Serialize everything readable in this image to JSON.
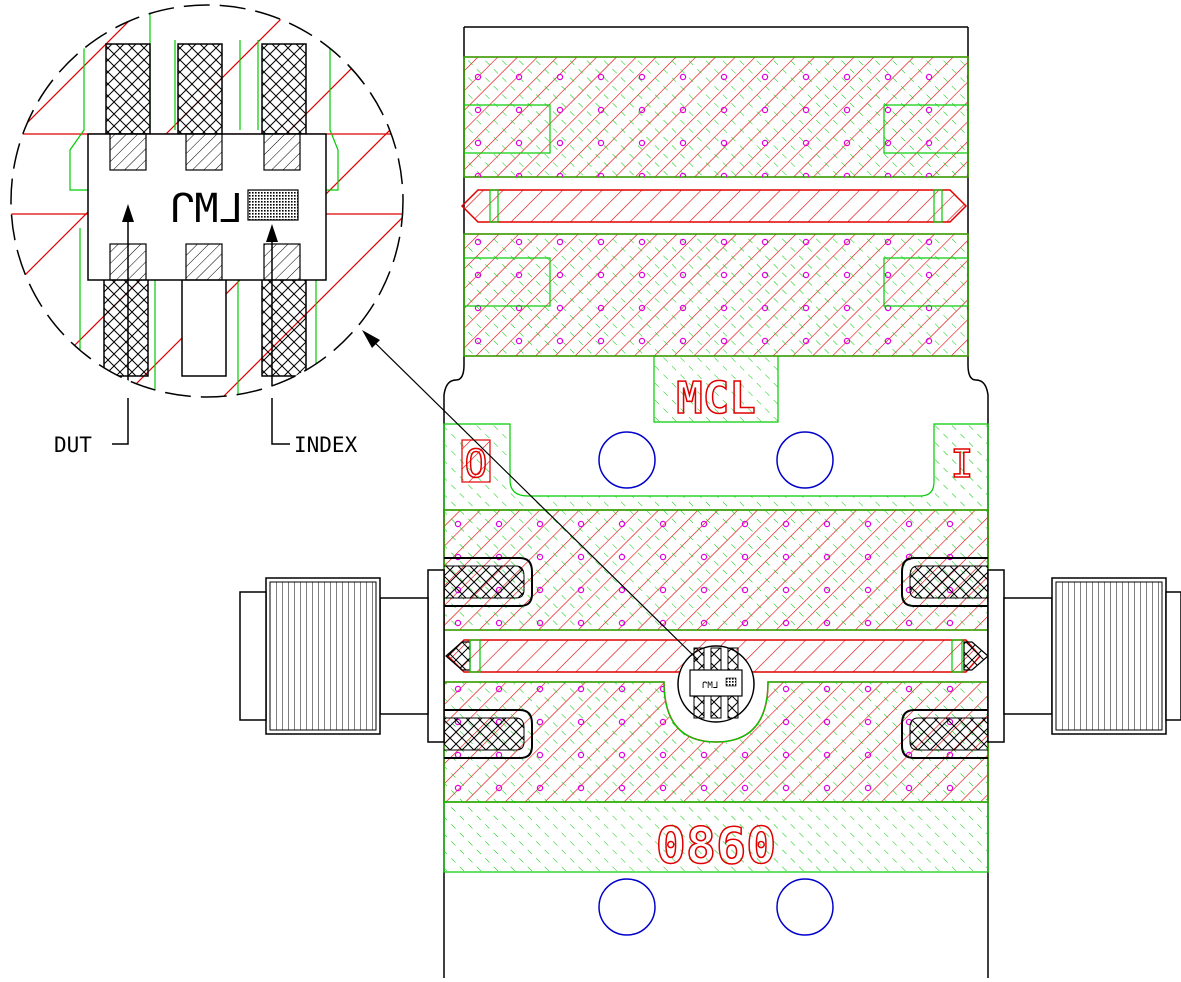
{
  "labels": {
    "board_text_top": "MCL",
    "board_text_bottom": "0860",
    "port_left": "O",
    "port_right": "I",
    "callout_dut": "DUT",
    "callout_index": "INDEX",
    "device_marking": "ᒋMᒧ"
  },
  "colors": {
    "outline": "#000000",
    "copper_hatch": "#e00000",
    "soldermask": "#00cc00",
    "via": "#e000e0",
    "mount_hole": "#0000cc",
    "background": "#ffffff"
  }
}
